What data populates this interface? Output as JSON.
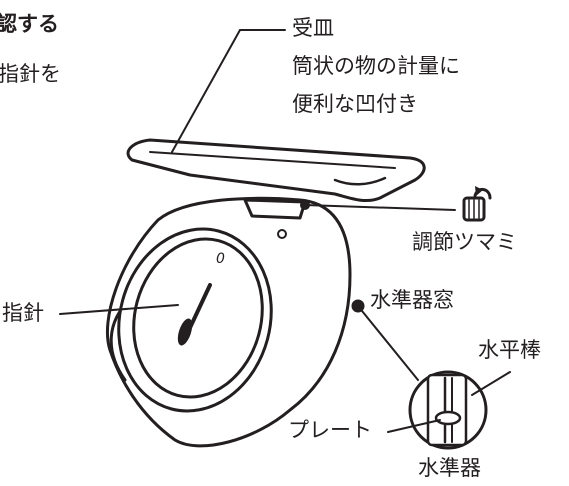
{
  "heading_fragment": "認する",
  "intro_fragment": "指針を",
  "labels": {
    "tray_name": "受皿",
    "tray_desc_line1": "筒状の物の計量に",
    "tray_desc_line2": "便利な凹付き",
    "adjust_knob": "調節ツマミ",
    "pointer": "指針",
    "level_window": "水準器窓",
    "horizontal_bar": "水平棒",
    "plate": "プレート",
    "level": "水準器"
  },
  "dial_mark": "0",
  "colors": {
    "line": "#231f20",
    "fill": "#ffffff"
  },
  "icons": [
    "pointer-needle-icon",
    "rotate-arrow-icon",
    "knob-icon"
  ]
}
